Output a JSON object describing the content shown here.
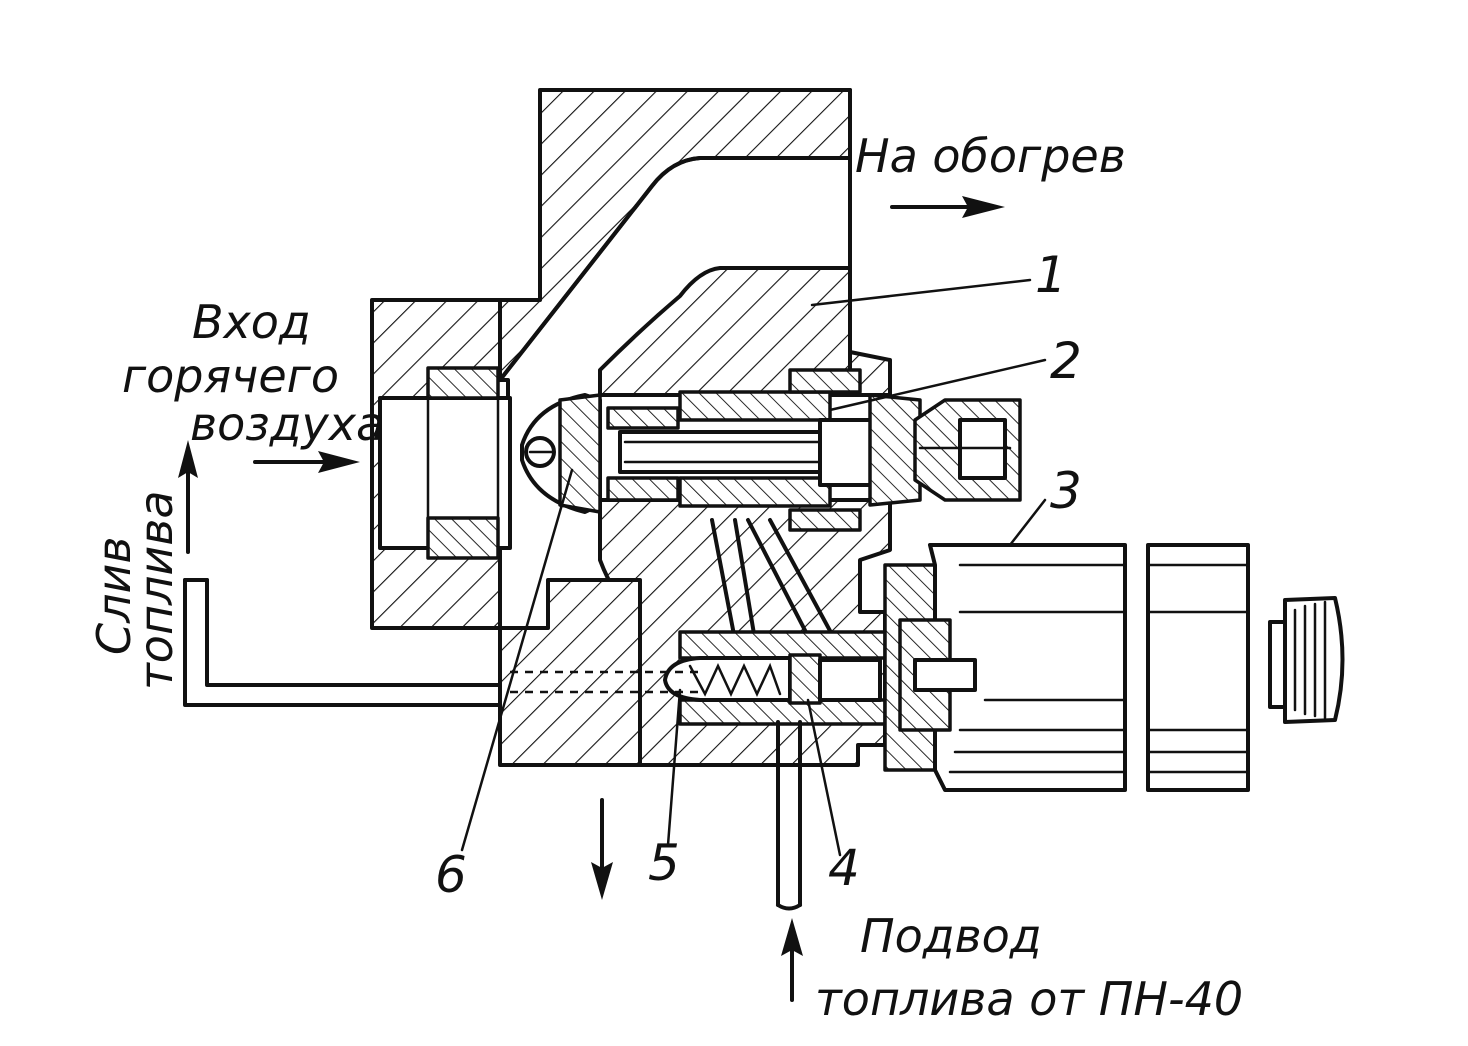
{
  "diagram": {
    "labels": {
      "heating_out": "На обогрев",
      "hot_air_in_line1": "Вход",
      "hot_air_in_line2": "горячего",
      "hot_air_in_line3": "воздуха",
      "fuel_drain_line1": "Слив",
      "fuel_drain_line2": "топлива",
      "fuel_supply_line1": "Подвод",
      "fuel_supply_line2": "топлива от ПН-40"
    },
    "callouts": [
      "1",
      "2",
      "3",
      "4",
      "5",
      "6"
    ],
    "colors": {
      "ink": "#111111",
      "paper": "#ffffff"
    }
  }
}
